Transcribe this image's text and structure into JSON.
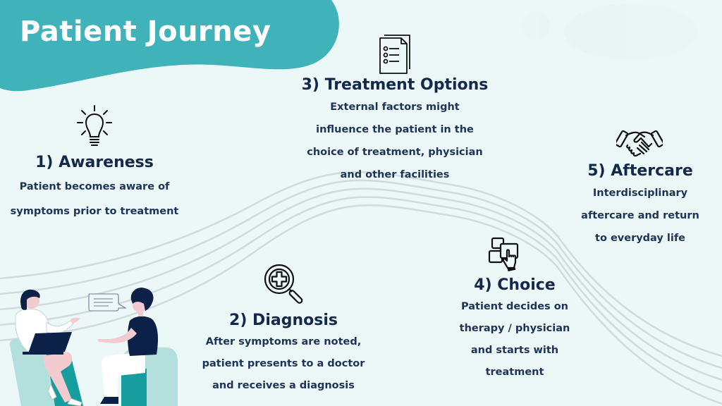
{
  "title": "Patient Journey",
  "colors": {
    "background": "#ecf8f7",
    "accent_blob": "#40b3ba",
    "text_dark": "#14284b",
    "wave_lines": "#cfdcdc",
    "chair": "#b3e0dc",
    "teal_dark": "#169e9f",
    "navy": "#0c2147",
    "skin": "#f2cbd1"
  },
  "steps": [
    {
      "number": "1",
      "heading": "1) Awareness",
      "icon": "lightbulb-icon",
      "lines": [
        "Patient becomes aware of",
        "symptoms prior to treatment"
      ]
    },
    {
      "number": "2",
      "heading": "2) Diagnosis",
      "icon": "magnifier-medical-cross-icon",
      "lines": [
        "After symptoms are noted,",
        "patient presents to a doctor",
        "and receives a diagnosis"
      ]
    },
    {
      "number": "3",
      "heading": "3) Treatment Options",
      "icon": "document-checklist-icon",
      "lines": [
        "External factors might",
        "influence the patient in the",
        "choice of treatment, physician",
        "and other facilities"
      ]
    },
    {
      "number": "4",
      "heading": "4) Choice",
      "icon": "hand-selecting-option-icon",
      "lines": [
        "Patient decides on",
        "therapy / physician",
        "and starts with",
        "treatment"
      ]
    },
    {
      "number": "5",
      "heading": "5) Aftercare",
      "icon": "handshake-icon",
      "lines": [
        "Interdisciplinary",
        "aftercare and return",
        "to everyday life"
      ]
    }
  ],
  "illustration": {
    "subject": "doctor-patient-consultation",
    "speech_bubble_icon": "speech-bubble-icon"
  }
}
